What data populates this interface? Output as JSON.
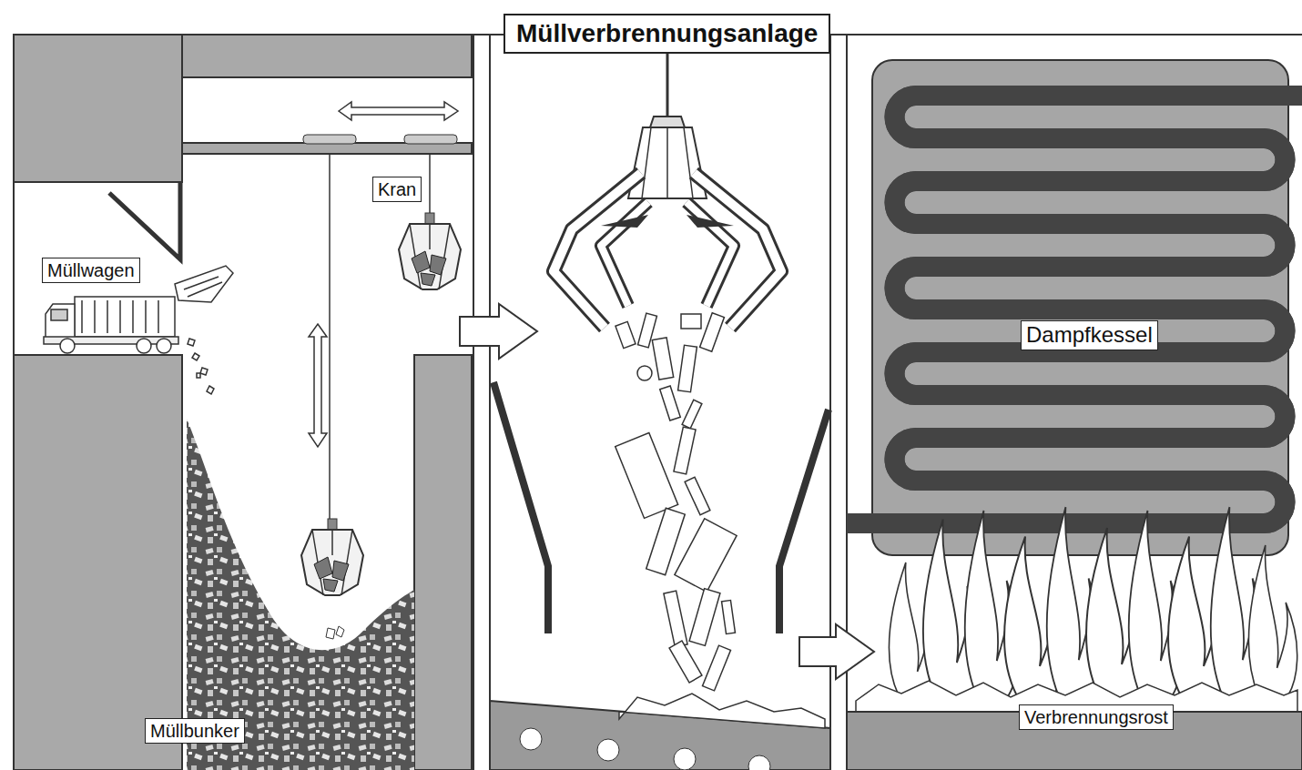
{
  "diagram": {
    "title": "Müllverbrennungsanlage",
    "labels": [
      "Müllwagen",
      "Kran",
      "Müllbunker",
      "Dampfkessel",
      "Verbrennungsrost"
    ]
  }
}
